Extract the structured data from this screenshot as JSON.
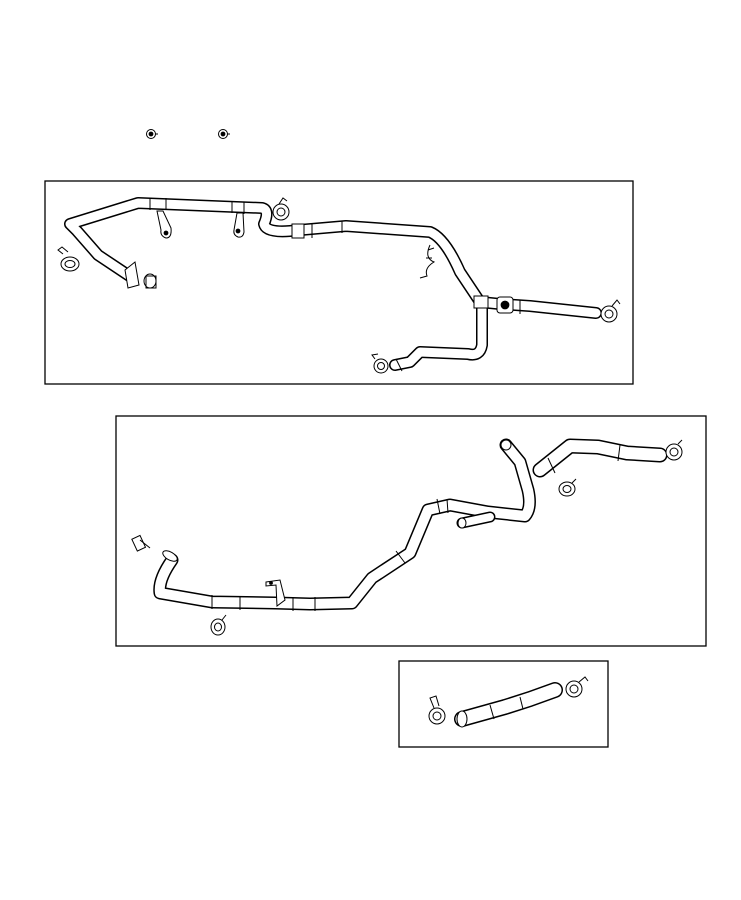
{
  "diagram": {
    "kind": "parts-illustration",
    "colors": {
      "line": "#000000",
      "background": "#ffffff"
    },
    "panels": [
      {
        "id": "top-hose-assembly",
        "parts": [
          "hose-assembly",
          "spring-clamp",
          "spring-clamp",
          "spring-clamp",
          "spring-clamp",
          "mounting-bracket",
          "mounting-bracket",
          "wire-retainer"
        ]
      },
      {
        "id": "middle-hose-assembly",
        "parts": [
          "hose-assembly",
          "spring-clamp",
          "spring-clamp",
          "spring-clamp",
          "hose-connector",
          "mounting-bracket"
        ]
      },
      {
        "id": "bottom-hose",
        "parts": [
          "hose",
          "spring-clamp",
          "spring-clamp"
        ]
      }
    ],
    "loose_parts": [
      "nut",
      "nut"
    ]
  }
}
